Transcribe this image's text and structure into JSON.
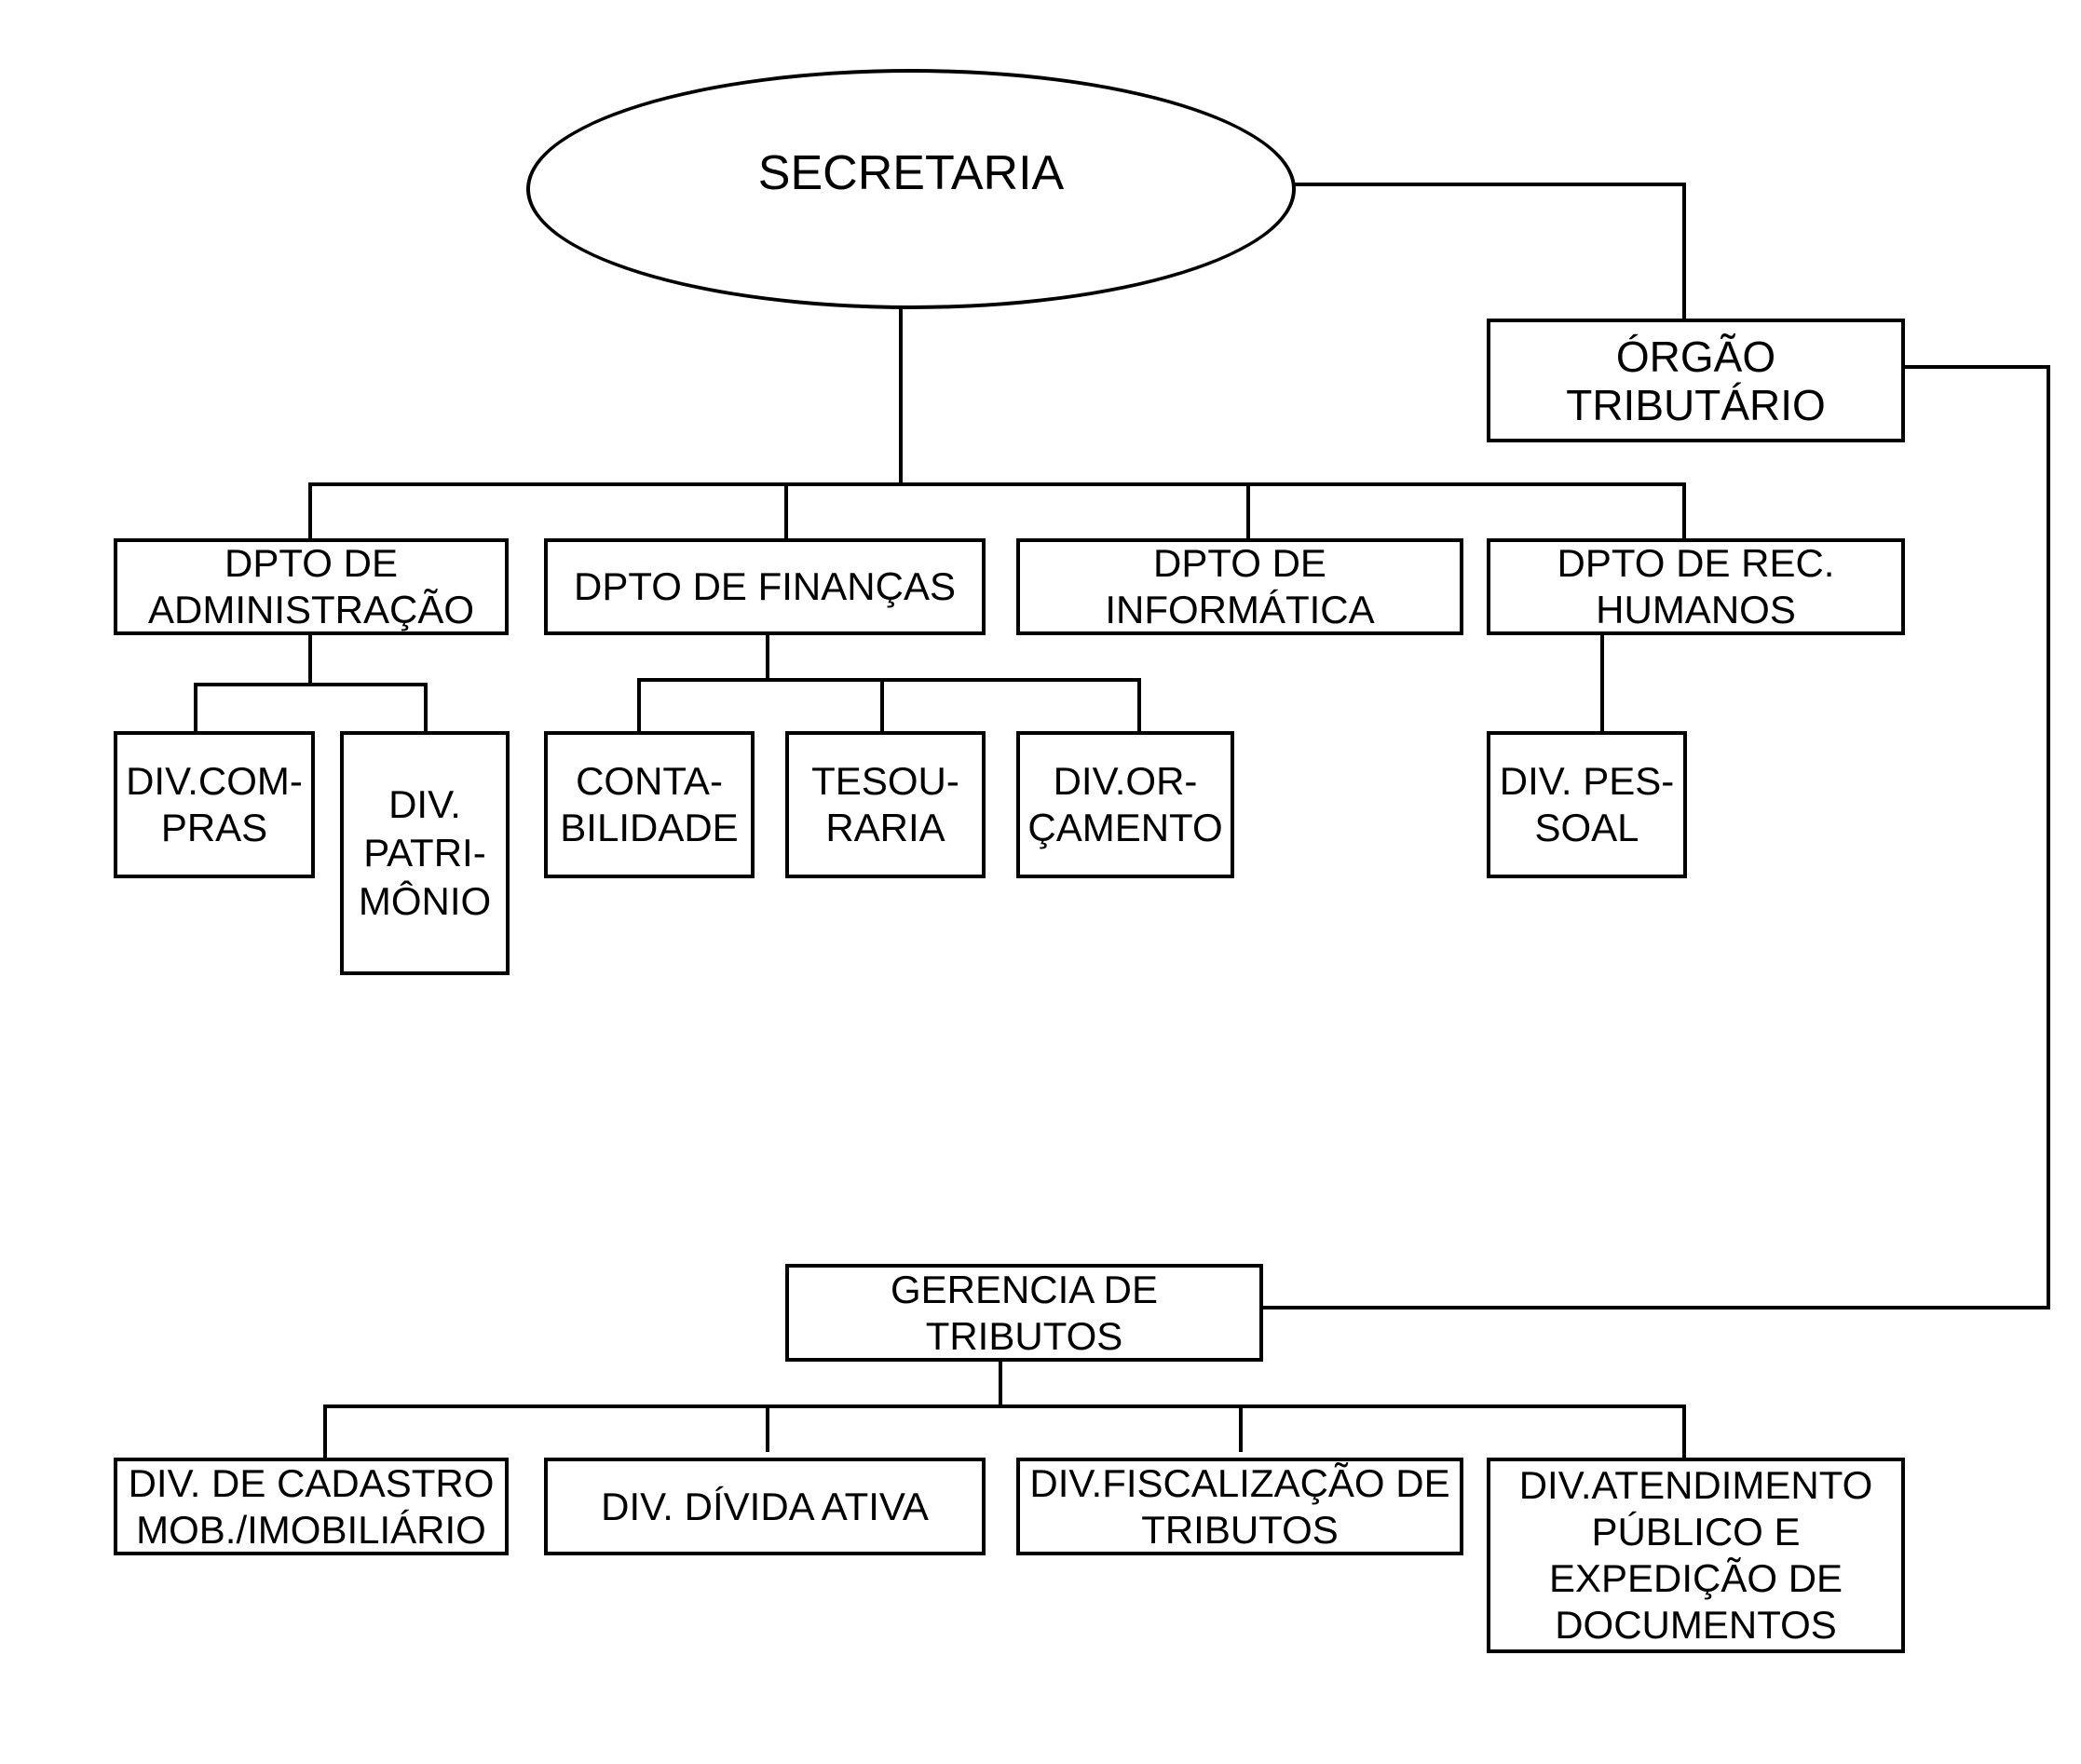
{
  "root": {
    "label": "SECRETARIA"
  },
  "orgao_tributario": {
    "lines": [
      "ÓRGÃO",
      "TRIBUTÁRIO"
    ]
  },
  "departments": [
    {
      "id": "admin",
      "lines": [
        "DPTO DE",
        "ADMINISTRAÇÃO"
      ]
    },
    {
      "id": "financas",
      "lines": [
        "DPTO DE FINANÇAS"
      ]
    },
    {
      "id": "informatica",
      "lines": [
        "DPTO DE",
        "INFORMÁTICA"
      ]
    },
    {
      "id": "rh",
      "lines": [
        "DPTO DE REC.",
        "HUMANOS"
      ]
    }
  ],
  "divisions": [
    {
      "id": "compras",
      "lines": [
        "DIV.COM-",
        "PRAS"
      ]
    },
    {
      "id": "patrimonio",
      "lines": [
        "DIV.",
        "PATRI-",
        "MÔNIO"
      ]
    },
    {
      "id": "contabilidade",
      "lines": [
        "CONTA-",
        "BILIDADE"
      ]
    },
    {
      "id": "tesouraria",
      "lines": [
        "TESOU-",
        "RARIA"
      ]
    },
    {
      "id": "orcamento",
      "lines": [
        "DIV.OR-",
        "ÇAMENTO"
      ]
    },
    {
      "id": "pessoal",
      "lines": [
        "DIV. PES-",
        "SOAL"
      ]
    }
  ],
  "gerencia": {
    "lines": [
      "GERENCIA DE",
      "TRIBUTOS"
    ]
  },
  "tax_divisions": [
    {
      "id": "cadastro",
      "lines": [
        "DIV. DE CADASTRO",
        "MOB./IMOBILIÁRIO"
      ]
    },
    {
      "id": "divida",
      "lines": [
        "DIV. DÍVIDA ATIVA"
      ]
    },
    {
      "id": "fiscalizacao",
      "lines": [
        "DIV.FISCALIZAÇÃO DE",
        "TRIBUTOS"
      ]
    },
    {
      "id": "atendimento",
      "lines": [
        "DIV.ATENDIMENTO",
        "PÚBLICO E",
        "EXPEDIÇÃO DE",
        "DOCUMENTOS"
      ]
    }
  ]
}
